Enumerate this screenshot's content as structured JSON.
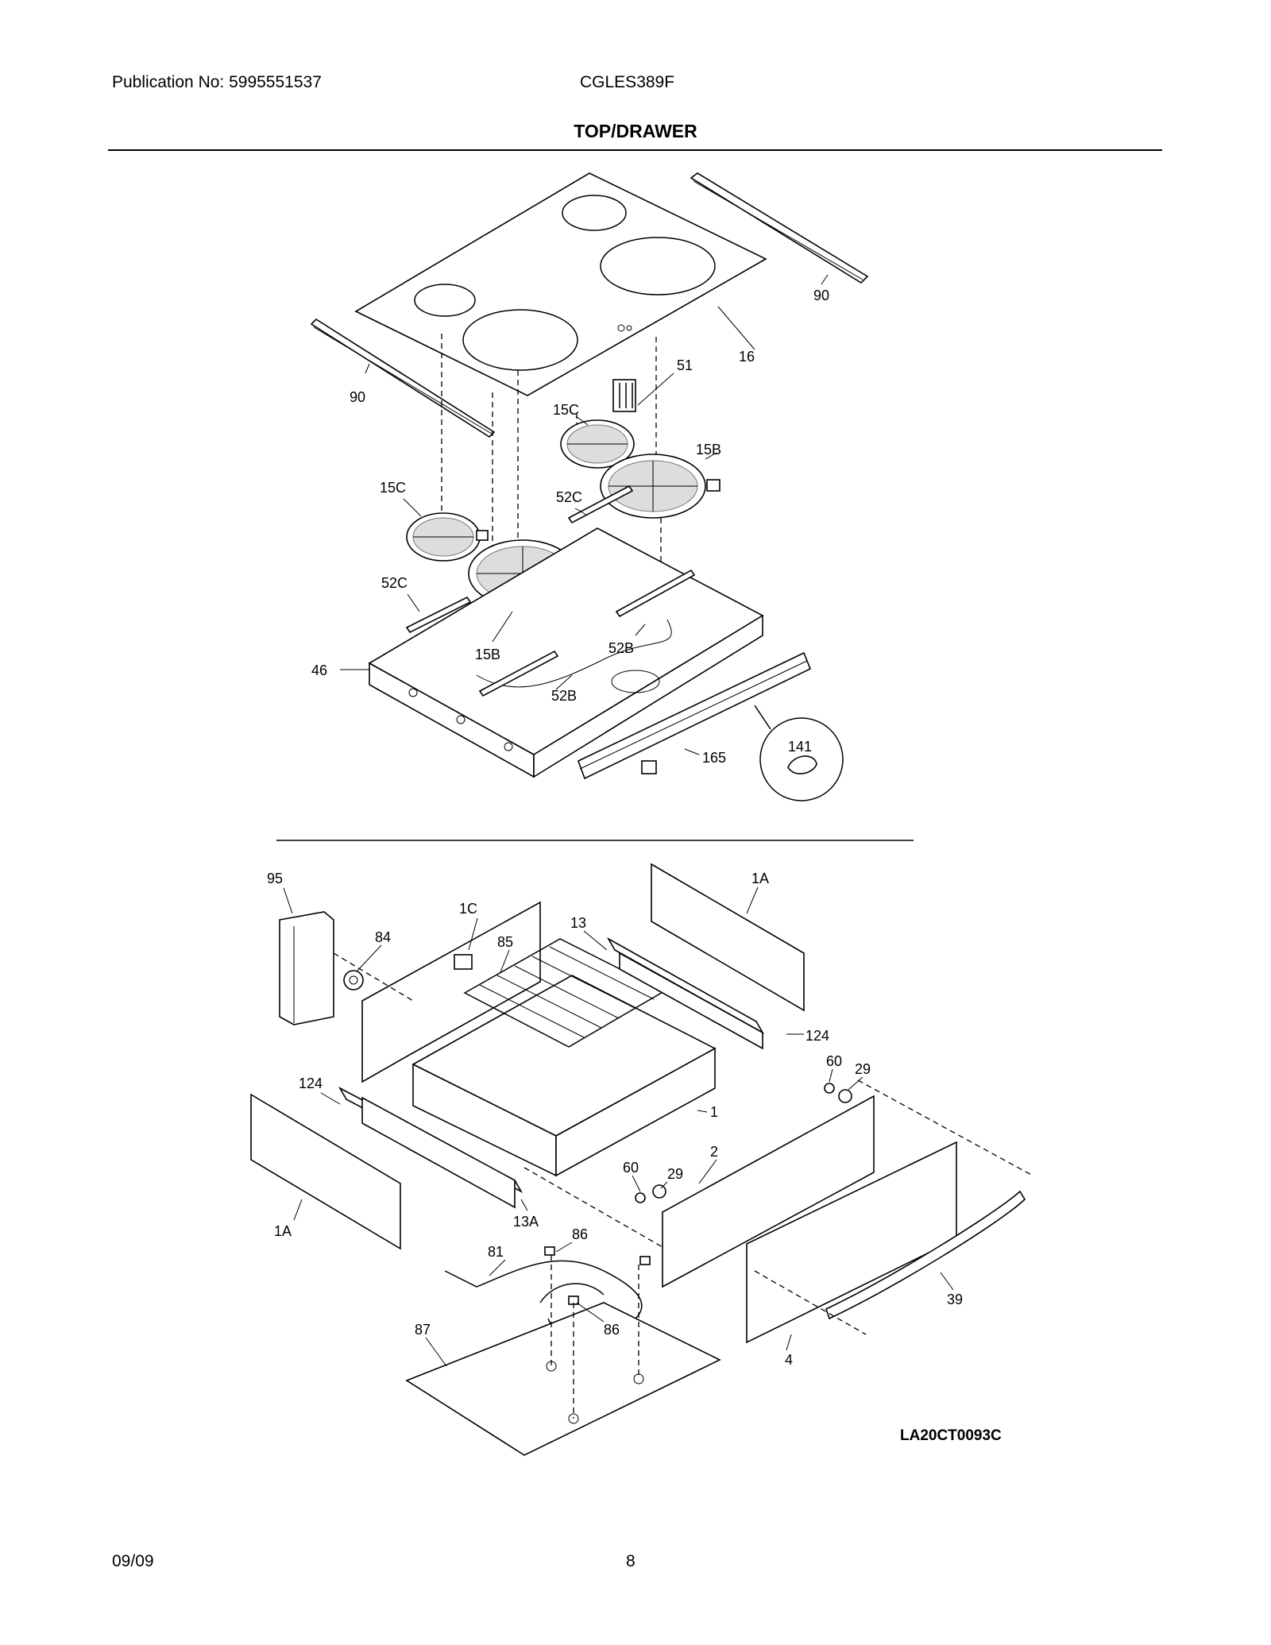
{
  "header": {
    "publication": "Publication No: 5995551537",
    "model": "CGLES389F",
    "title": "TOP/DRAWER"
  },
  "footer": {
    "date": "09/09",
    "page": "8"
  },
  "figure_code": "LA20CT0093C",
  "callouts": {
    "c90a": "90",
    "c90b": "90",
    "c16": "16",
    "c51": "51",
    "c15c_a": "15C",
    "c15c_b": "15C",
    "c15b_a": "15B",
    "c15b_b": "15B",
    "c52c_a": "52C",
    "c52c_b": "52C",
    "c52b_a": "52B",
    "c52b_b": "52B",
    "c46": "46",
    "c165": "165",
    "c141": "141",
    "c95": "95",
    "c84": "84",
    "c1c": "1C",
    "c85": "85",
    "c13": "13",
    "c1a_a": "1A",
    "c1a_b": "1A",
    "c124_a": "124",
    "c124_b": "124",
    "c60_a": "60",
    "c60_b": "60",
    "c29_a": "29",
    "c29_b": "29",
    "c1": "1",
    "c2": "2",
    "c13a": "13A",
    "c86_a": "86",
    "c86_b": "86",
    "c81": "81",
    "c87": "87",
    "c39": "39",
    "c4": "4"
  }
}
